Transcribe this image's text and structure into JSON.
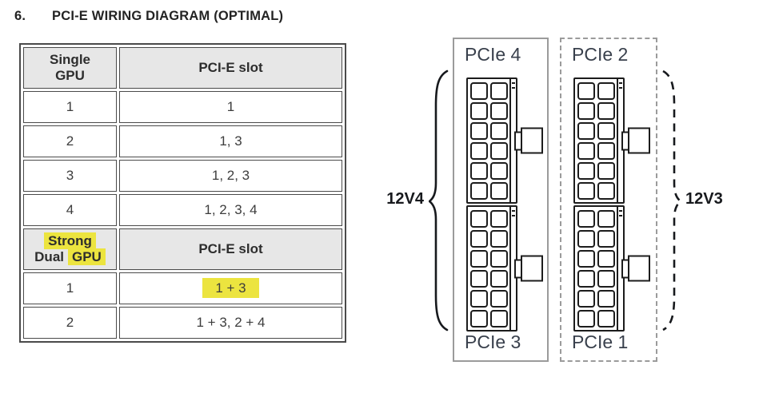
{
  "colors": {
    "highlight_yellow": "#ece43f",
    "table_header_bg": "#e7e7e7",
    "table_border": "#4a4a4a",
    "box_border_gray": "#9b9b9b",
    "connector_line": "#1c1c1c",
    "pcie_label_text": "#39404c",
    "rail_label_text": "#17191d"
  },
  "title": {
    "number": "6.",
    "text": "PCI-E WIRING DIAGRAM (OPTIMAL)"
  },
  "table": {
    "single": {
      "header_gpu_line1": "Single",
      "header_gpu_line2": "GPU",
      "header_slot": "PCI-E slot",
      "rows": [
        {
          "gpu": "1",
          "slots": "1"
        },
        {
          "gpu": "2",
          "slots": "1, 3"
        },
        {
          "gpu": "3",
          "slots": "1, 2, 3"
        },
        {
          "gpu": "4",
          "slots": "1, 2, 3, 4"
        }
      ]
    },
    "dual": {
      "header_gpu_line1": "Strong",
      "header_gpu_line2_word1": "Dual",
      "header_gpu_line2_word2": "GPU",
      "header_slot": "PCI-E slot",
      "rows": [
        {
          "gpu": "1",
          "slots": "1 + 3"
        },
        {
          "gpu": "2",
          "slots": "1 + 3, 2 + 4"
        }
      ]
    }
  },
  "diagram": {
    "pins_per_connector": 12,
    "solid_group": {
      "top_label": "PCIe 4",
      "bottom_label": "PCIe 3"
    },
    "dashed_group": {
      "top_label": "PCIe 2",
      "bottom_label": "PCIe 1"
    },
    "left_rail_label": "12V4",
    "right_rail_label": "12V3"
  }
}
